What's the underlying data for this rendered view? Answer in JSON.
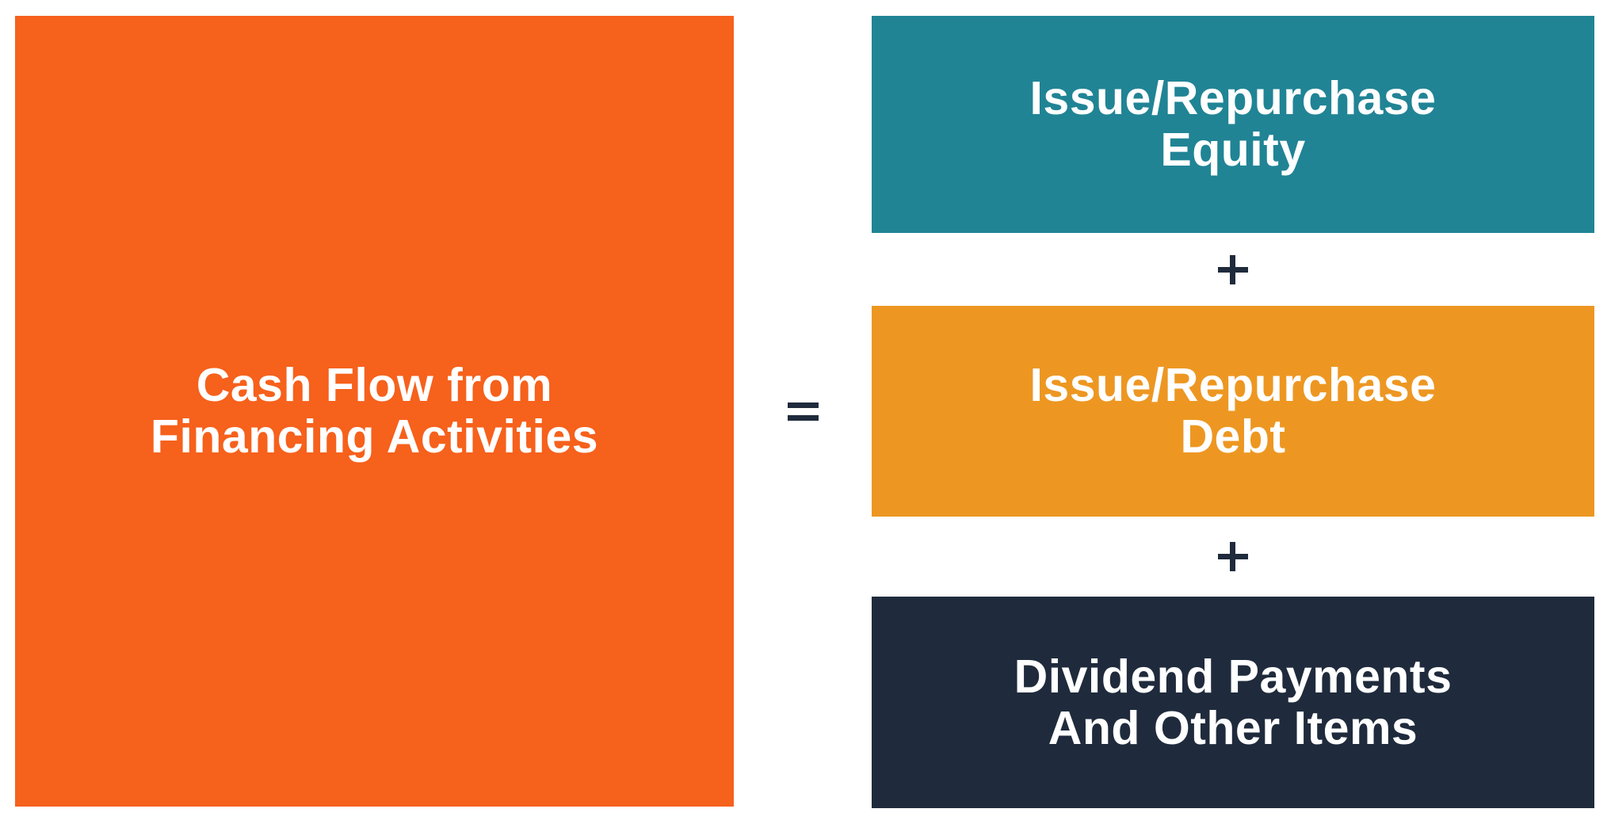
{
  "formula": {
    "background": "#FFFFFF",
    "text_color": "#FFFFFF",
    "operator_color": "#1F2B3C",
    "equals_symbol": "=",
    "plus_symbol": "+",
    "result": {
      "label": "Cash Flow from\nFinancing Activities",
      "color": "#F6611C"
    },
    "components": [
      {
        "label": "Issue/Repurchase\nEquity",
        "color": "#208495"
      },
      {
        "label": "Issue/Repurchase\nDebt",
        "color": "#ED9722"
      },
      {
        "label": "Dividend Payments\nAnd Other Items",
        "color": "#1F2B3C"
      }
    ]
  }
}
